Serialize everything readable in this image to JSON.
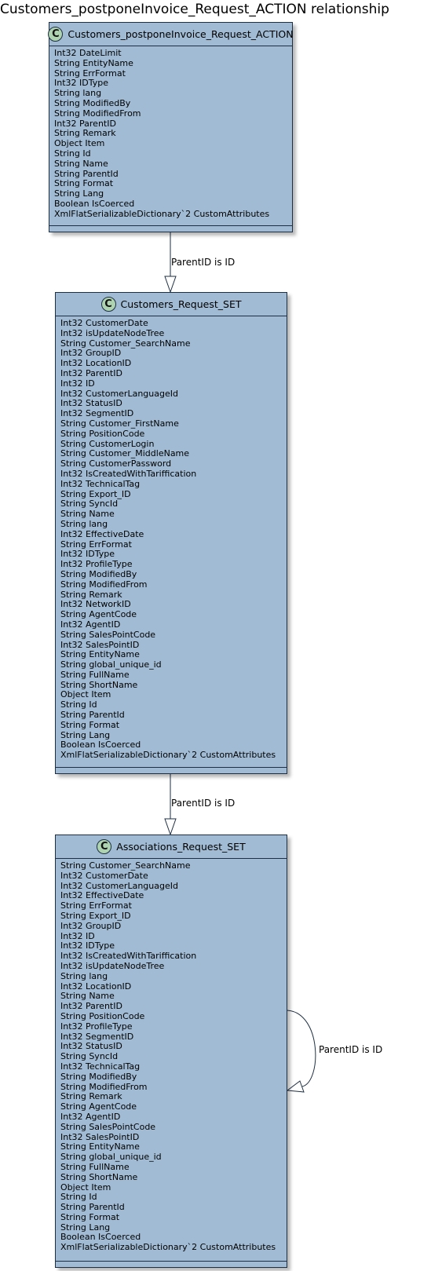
{
  "diagram": {
    "title": "Customers_postponeInvoice_Request_ACTION relationship",
    "line_color": "#1e2f43",
    "class_fill": "#a0bbd3",
    "icon_fill": "#aed3b0",
    "icon_letter": "C"
  },
  "classes": [
    {
      "name": "Customers_postponeInvoice_Request_ACTION",
      "attributes": [
        "Int32 DateLimit",
        "String EntityName",
        "String ErrFormat",
        "Int32 IDType",
        "String lang",
        "String ModifiedBy",
        "String ModifiedFrom",
        "Int32 ParentID",
        "String Remark",
        "Object Item",
        "String Id",
        "String Name",
        "String ParentId",
        "String Format",
        "String Lang",
        "Boolean IsCoerced",
        "XmlFlatSerializableDictionary`2 CustomAttributes"
      ]
    },
    {
      "name": "Customers_Request_SET",
      "attributes": [
        "Int32 CustomerDate",
        "Int32 isUpdateNodeTree",
        "String Customer_SearchName",
        "Int32 GroupID",
        "Int32 LocationID",
        "Int32 ParentID",
        "Int32 ID",
        "Int32 CustomerLanguageId",
        "Int32 StatusID",
        "Int32 SegmentID",
        "String Customer_FirstName",
        "String PositionCode",
        "String CustomerLogin",
        "String Customer_MiddleName",
        "String CustomerPassword",
        "Int32 IsCreatedWithTariffication",
        "Int32 TechnicalTag",
        "String Export_ID",
        "String SyncId",
        "String Name",
        "String lang",
        "Int32 EffectiveDate",
        "String ErrFormat",
        "Int32 IDType",
        "Int32 ProfileType",
        "String ModifiedBy",
        "String ModifiedFrom",
        "String Remark",
        "Int32 NetworkID",
        "String AgentCode",
        "Int32 AgentID",
        "String SalesPointCode",
        "Int32 SalesPointID",
        "String EntityName",
        "String global_unique_id",
        "String FullName",
        "String ShortName",
        "Object Item",
        "String Id",
        "String ParentId",
        "String Format",
        "String Lang",
        "Boolean IsCoerced",
        "XmlFlatSerializableDictionary`2 CustomAttributes"
      ]
    },
    {
      "name": "Associations_Request_SET",
      "attributes": [
        "String Customer_SearchName",
        "Int32 CustomerDate",
        "Int32 CustomerLanguageId",
        "Int32 EffectiveDate",
        "String ErrFormat",
        "String Export_ID",
        "Int32 GroupID",
        "Int32 ID",
        "Int32 IDType",
        "Int32 IsCreatedWithTariffication",
        "Int32 isUpdateNodeTree",
        "String lang",
        "Int32 LocationID",
        "String Name",
        "Int32 ParentID",
        "String PositionCode",
        "Int32 ProfileType",
        "Int32 SegmentID",
        "Int32 StatusID",
        "String SyncId",
        "Int32 TechnicalTag",
        "String ModifiedBy",
        "String ModifiedFrom",
        "String Remark",
        "String AgentCode",
        "Int32 AgentID",
        "String SalesPointCode",
        "Int32 SalesPointID",
        "String EntityName",
        "String global_unique_id",
        "String FullName",
        "String ShortName",
        "Object Item",
        "String Id",
        "String ParentId",
        "String Format",
        "String Lang",
        "Boolean IsCoerced",
        "XmlFlatSerializableDictionary`2 CustomAttributes"
      ]
    }
  ],
  "relations": [
    {
      "label": "ParentID is ID"
    },
    {
      "label": "ParentID is ID"
    },
    {
      "label": "ParentID is ID"
    }
  ]
}
